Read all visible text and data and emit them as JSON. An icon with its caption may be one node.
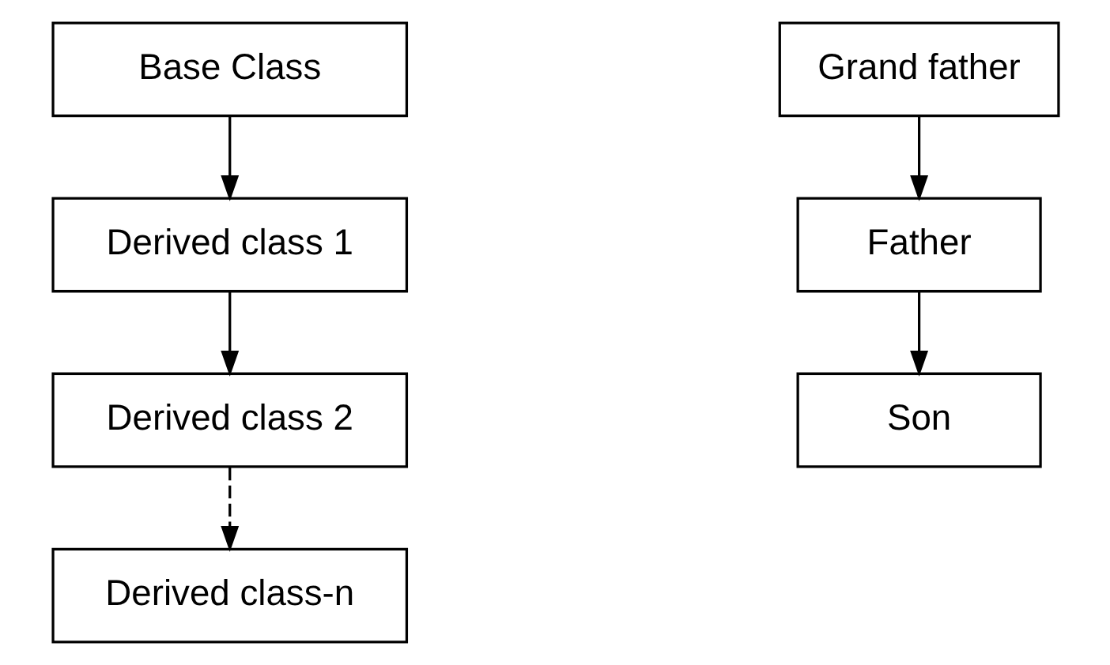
{
  "diagram": {
    "nodes": [
      {
        "text": [
          "Base Class"
        ]
      },
      {
        "text": [
          "Derived class 1"
        ]
      },
      {
        "text": [
          "Derived class 2"
        ]
      },
      {
        "text": [
          "Derived class-n"
        ]
      },
      {
        "text": [
          "Grand father"
        ]
      },
      {
        "text": [
          "Father"
        ]
      },
      {
        "text": [
          "Son"
        ]
      }
    ],
    "edges": [
      {
        "from": 0,
        "to": 1,
        "arrow": "to"
      },
      {
        "from": 1,
        "to": 2,
        "arrow": "to"
      },
      {
        "from": 2,
        "to": 3,
        "arrow": "to",
        "style": "dashed"
      },
      {
        "from": 4,
        "to": 5,
        "arrow": "to"
      },
      {
        "from": 5,
        "to": 6,
        "arrow": "to"
      }
    ]
  }
}
